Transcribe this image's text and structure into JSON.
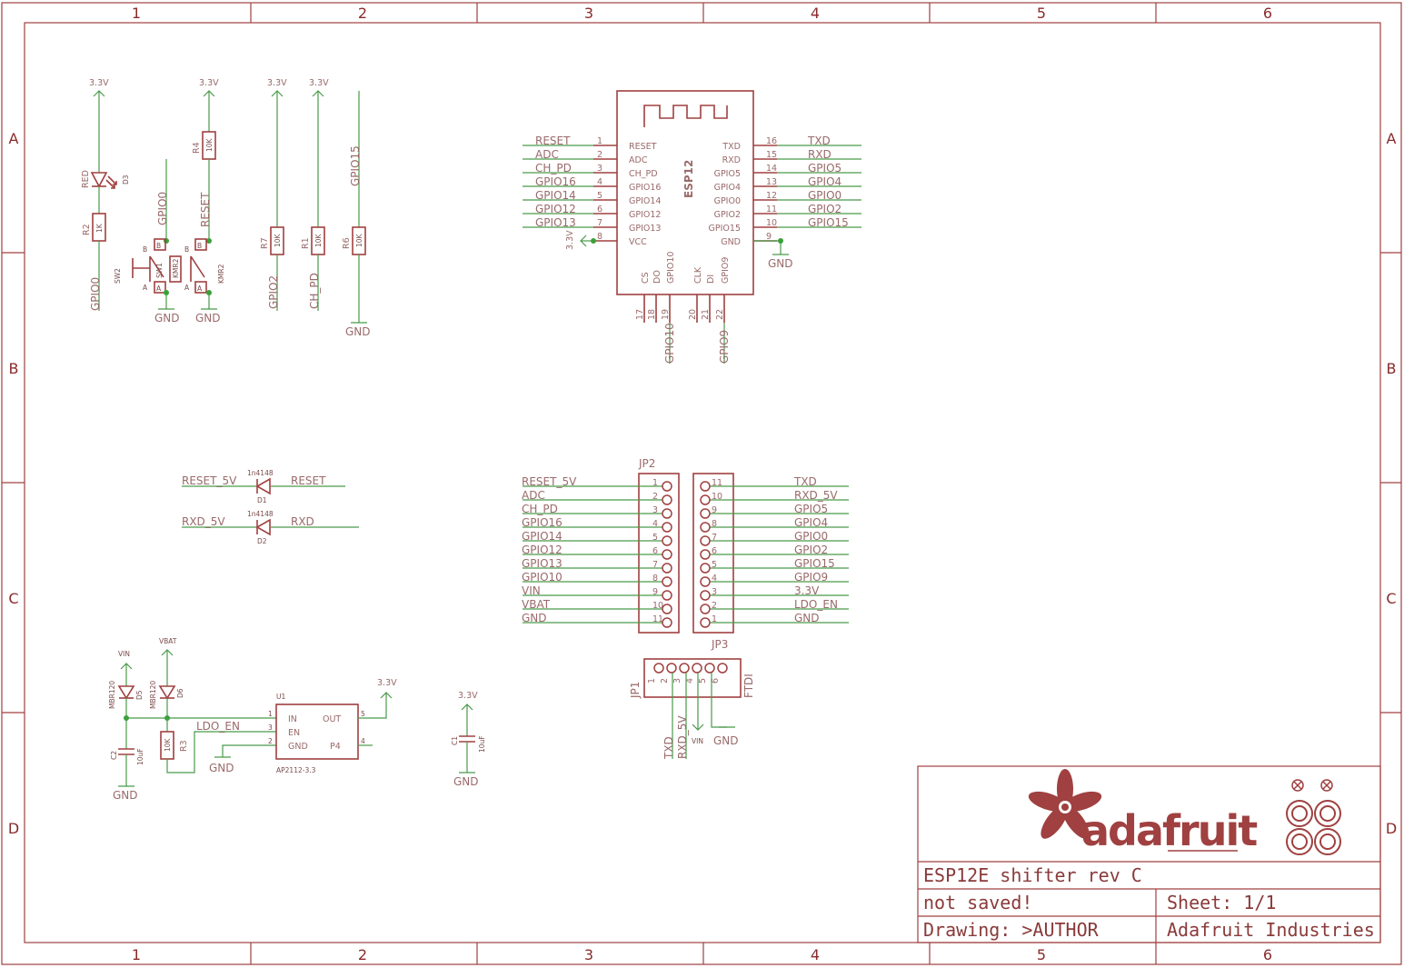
{
  "sheet": {
    "col_labels": [
      "1",
      "2",
      "3",
      "4",
      "5",
      "6"
    ],
    "row_labels": [
      "A",
      "B",
      "C",
      "D"
    ]
  },
  "colors": {
    "frame": "#a04040",
    "wire": "#4a9a4a",
    "text": "#9a6a6a",
    "junction": "#3aa03a"
  },
  "title_block": {
    "title": "ESP12E shifter rev C",
    "saved_status": "not saved!",
    "sheet": "Sheet: 1/1",
    "drawing": "Drawing: >AUTHOR",
    "company": "Adafruit Industries",
    "logo_text": "adafruit"
  },
  "esp12": {
    "name": "ESP12",
    "left_pins": [
      {
        "num": "1",
        "pin": "RESET",
        "net": "RESET"
      },
      {
        "num": "2",
        "pin": "ADC",
        "net": "ADC"
      },
      {
        "num": "3",
        "pin": "CH_PD",
        "net": "CH_PD"
      },
      {
        "num": "4",
        "pin": "GPIO16",
        "net": "GPIO16"
      },
      {
        "num": "5",
        "pin": "GPIO14",
        "net": "GPIO14"
      },
      {
        "num": "6",
        "pin": "GPIO12",
        "net": "GPIO12"
      },
      {
        "num": "7",
        "pin": "GPIO13",
        "net": "GPIO13"
      },
      {
        "num": "8",
        "pin": "VCC",
        "net": "3.3V"
      }
    ],
    "right_pins": [
      {
        "num": "16",
        "pin": "TXD",
        "net": "TXD"
      },
      {
        "num": "15",
        "pin": "RXD",
        "net": "RXD"
      },
      {
        "num": "14",
        "pin": "GPIO5",
        "net": "GPIO5"
      },
      {
        "num": "13",
        "pin": "GPIO4",
        "net": "GPIO4"
      },
      {
        "num": "12",
        "pin": "GPIO0",
        "net": "GPIO0"
      },
      {
        "num": "11",
        "pin": "GPIO2",
        "net": "GPIO2"
      },
      {
        "num": "10",
        "pin": "GPIO15",
        "net": "GPIO15"
      },
      {
        "num": "9",
        "pin": "GND",
        "net": "GND"
      }
    ],
    "bottom_pins": [
      {
        "num": "17",
        "pin": "CS"
      },
      {
        "num": "18",
        "pin": "DO"
      },
      {
        "num": "19",
        "pin": "GPIO10"
      },
      {
        "num": "20",
        "pin": "CLK"
      },
      {
        "num": "21",
        "pin": "DI"
      },
      {
        "num": "22",
        "pin": "GPIO9"
      }
    ],
    "bottom_nets": [
      "GPIO10",
      "GPIO9"
    ]
  },
  "jp2": {
    "name": "JP2",
    "pins": [
      {
        "num": "1",
        "net": "RESET_5V"
      },
      {
        "num": "2",
        "net": "ADC"
      },
      {
        "num": "3",
        "net": "CH_PD"
      },
      {
        "num": "4",
        "net": "GPIO16"
      },
      {
        "num": "5",
        "net": "GPIO14"
      },
      {
        "num": "6",
        "net": "GPIO12"
      },
      {
        "num": "7",
        "net": "GPIO13"
      },
      {
        "num": "8",
        "net": "GPIO10"
      },
      {
        "num": "9",
        "net": "VIN"
      },
      {
        "num": "10",
        "net": "VBAT"
      },
      {
        "num": "11",
        "net": "GND"
      }
    ]
  },
  "jp3": {
    "name": "JP3",
    "pins": [
      {
        "num": "11",
        "net": "TXD"
      },
      {
        "num": "10",
        "net": "RXD_5V"
      },
      {
        "num": "9",
        "net": "GPIO5"
      },
      {
        "num": "8",
        "net": "GPIO4"
      },
      {
        "num": "7",
        "net": "GPIO0"
      },
      {
        "num": "6",
        "net": "GPIO2"
      },
      {
        "num": "5",
        "net": "GPIO15"
      },
      {
        "num": "4",
        "net": "GPIO9"
      },
      {
        "num": "3",
        "net": "3.3V"
      },
      {
        "num": "2",
        "net": "LDO_EN"
      },
      {
        "num": "1",
        "net": "GND"
      }
    ]
  },
  "jp1": {
    "name": "JP1",
    "value": "FTDI",
    "pins": [
      "1",
      "2",
      "3",
      "4",
      "5",
      "6"
    ],
    "nets": [
      "TXD",
      "RXD_5V",
      "VIN",
      "GND"
    ]
  },
  "top_left": {
    "supply": "3.3V",
    "gnd": "GND",
    "d3": {
      "name": "D3",
      "value": "RED"
    },
    "r2": {
      "name": "R2",
      "value": "1K"
    },
    "r4": {
      "name": "R4",
      "value": "10K"
    },
    "r7": {
      "name": "R7",
      "value": "10K"
    },
    "r1": {
      "name": "R1",
      "value": "10K"
    },
    "r6": {
      "name": "R6",
      "value": "10K"
    },
    "sw2": {
      "name": "SW2",
      "value": "KMR2",
      "pin_a": "A",
      "pin_b": "B",
      "inner": "SW1"
    },
    "sw1": {
      "name": "SW1",
      "value": "KMR2",
      "pin_a": "A",
      "pin_b": "B"
    },
    "nets": {
      "gpio0": "GPIO0",
      "reset": "RESET",
      "gpio2": "GPIO2",
      "ch_pd": "CH_PD",
      "gpio15": "GPIO15"
    }
  },
  "diodes": [
    {
      "name": "D1",
      "value": "1n4148",
      "left_net": "RESET_5V",
      "right_net": "RESET"
    },
    {
      "name": "D2",
      "value": "1n4148",
      "left_net": "RXD_5V",
      "right_net": "RXD"
    }
  ],
  "power": {
    "vin": "VIN",
    "vbat": "VBAT",
    "d5": {
      "name": "D5",
      "value": "MBR120"
    },
    "d6": {
      "name": "D6",
      "value": "MBR120"
    },
    "c2": {
      "name": "C2",
      "value": "10uF"
    },
    "c1": {
      "name": "C1",
      "value": "10uF"
    },
    "r3": {
      "name": "R3",
      "value": "10K"
    },
    "u1": {
      "name": "U1",
      "value": "AP2112-3.3",
      "pins": [
        {
          "num": "1",
          "pin": "IN"
        },
        {
          "num": "3",
          "pin": "EN"
        },
        {
          "num": "2",
          "pin": "GND"
        },
        {
          "num": "5",
          "pin": "OUT"
        },
        {
          "num": "4",
          "pin": "P4"
        }
      ]
    },
    "ldo_en": "LDO_EN",
    "out_supply": "3.3V",
    "c1_supply": "3.3V",
    "gnd": "GND"
  }
}
